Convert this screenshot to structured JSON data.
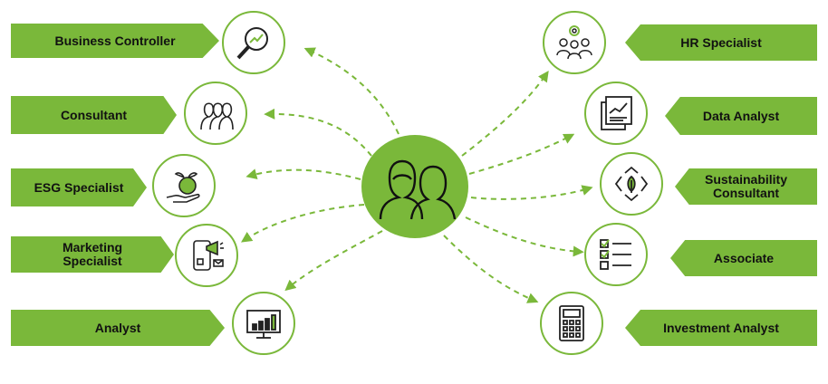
{
  "accent_color": "#7ab83a",
  "left_roles": [
    {
      "label": "Business Controller",
      "icon": "magnifier-chart-icon"
    },
    {
      "label": "Consultant",
      "icon": "people-group-icon"
    },
    {
      "label": "ESG Specialist",
      "icon": "hand-globe-plant-icon"
    },
    {
      "label": "Marketing\nSpecialist",
      "icon": "phone-megaphone-icon"
    },
    {
      "label": "Analyst",
      "icon": "monitor-chart-icon"
    }
  ],
  "right_roles": [
    {
      "label": "HR Specialist",
      "icon": "team-gear-icon"
    },
    {
      "label": "Data Analyst",
      "icon": "report-chart-icon"
    },
    {
      "label": "Sustainability\nConsultant",
      "icon": "recycle-leaf-icon"
    },
    {
      "label": "Associate",
      "icon": "checklist-icon"
    },
    {
      "label": "Investment Analyst",
      "icon": "calculator-icon"
    }
  ],
  "center": {
    "icon": "two-people-icon"
  }
}
